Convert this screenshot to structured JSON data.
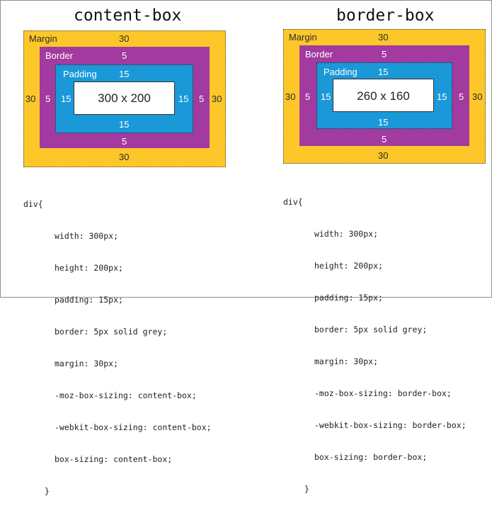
{
  "left": {
    "title": "content-box",
    "labels": {
      "margin": "Margin",
      "border": "Border",
      "padding": "Padding",
      "margin_value": "30",
      "border_value": "5",
      "padding_value": "15",
      "content_size": "300 x 200"
    },
    "code": {
      "open": "div{",
      "lines": [
        "width: 300px;",
        "height: 200px;",
        "padding: 15px;",
        "border: 5px solid grey;",
        "margin: 30px;",
        "-moz-box-sizing: content-box;",
        "-webkit-box-sizing: content-box;",
        "box-sizing: content-box;"
      ],
      "close": "}"
    }
  },
  "right": {
    "title": "border-box",
    "labels": {
      "margin": "Margin",
      "border": "Border",
      "padding": "Padding",
      "margin_value": "30",
      "border_value": "5",
      "padding_value": "15",
      "content_size": "260 x 160"
    },
    "code": {
      "open": "div{",
      "lines": [
        "width: 300px;",
        "height: 200px;",
        "padding: 15px;",
        "border: 5px solid grey;",
        "margin: 30px;",
        "-moz-box-sizing: border-box;",
        "-webkit-box-sizing: border-box;",
        "box-sizing: border-box;"
      ],
      "close": "}"
    }
  },
  "colors": {
    "margin": "#fdc72a",
    "border": "#a23aa0",
    "padding": "#1a98d8",
    "content": "#ffffff"
  }
}
